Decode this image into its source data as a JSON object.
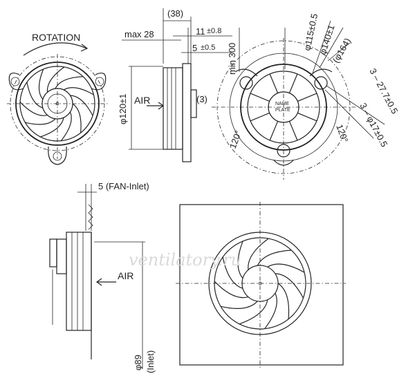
{
  "labels": {
    "rotation": "ROTATION",
    "dim_38": "(38)",
    "max_28": "max 28",
    "dim_11": "11",
    "tol_11": "±0.8",
    "dim_5a": "5",
    "tol_5a": "±0.5",
    "min_300": "min 300",
    "air_side": "AIR",
    "dim_3": "(3)",
    "phi120": "φ120±1",
    "phi115": "φ115±0.5",
    "phi140": "φ140±1",
    "phi164": "(φ164)",
    "holes_27": "3 – 27.7±0.5",
    "holes_17": "3 – φ17±0.5",
    "angle_left": "120°",
    "angle_right": "120°",
    "fan_inlet": "5  (FAN-Inlet)",
    "air_bottom": "AIR",
    "phi89": "φ89",
    "inlet": "(Inlet)",
    "nameplate_1": "NAME",
    "nameplate_2": "PLATE"
  },
  "watermark": "ventilatory.ru",
  "colors": {
    "line": "#222222",
    "watermark": "#d9d9d9",
    "background": "#ffffff"
  }
}
